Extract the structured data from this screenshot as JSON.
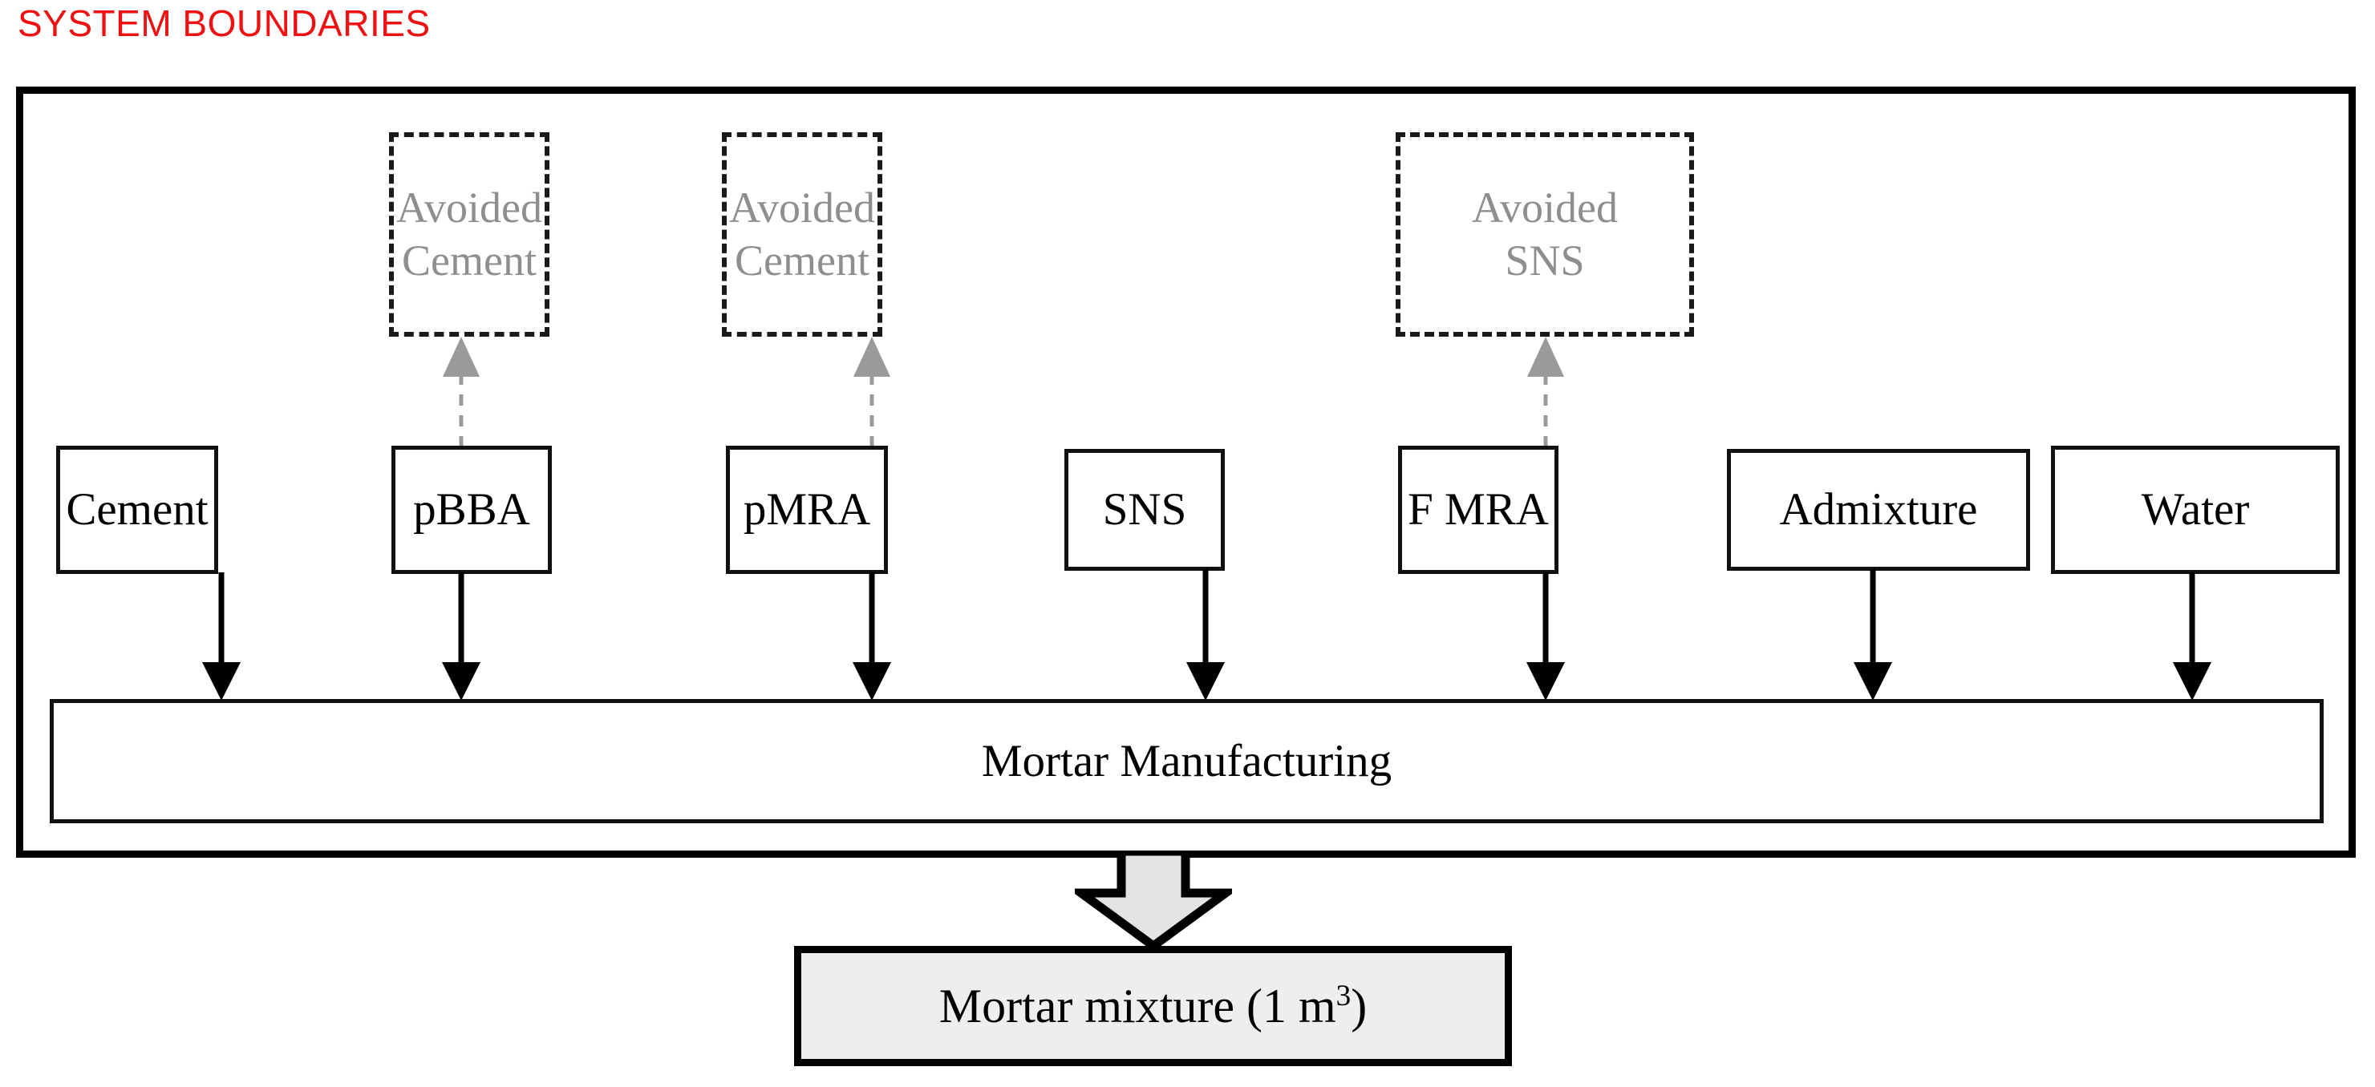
{
  "diagram": {
    "title": "SYSTEM BOUNDARIES",
    "title_color": "#ee1111",
    "boundary_label": "SYSTEM BOUNDARIES",
    "avoided_color": "#8e8e8e",
    "output_fill": "#eeeeee",
    "avoided_products": [
      {
        "id": "avoided-cement-1",
        "line1": "Avoided",
        "line2": "Cement"
      },
      {
        "id": "avoided-cement-2",
        "line1": "Avoided",
        "line2": "Cement"
      },
      {
        "id": "avoided-sns",
        "line1": "Avoided",
        "line2": "SNS"
      }
    ],
    "inputs": [
      {
        "id": "cement",
        "label": "Cement"
      },
      {
        "id": "pbba",
        "label": "pBBA"
      },
      {
        "id": "pmra",
        "label": "pMRA"
      },
      {
        "id": "sns",
        "label": "SNS"
      },
      {
        "id": "fmra",
        "label": "F MRA"
      },
      {
        "id": "admixture",
        "label": "Admixture"
      },
      {
        "id": "water",
        "label": "Water"
      }
    ],
    "process": {
      "id": "mortar-manufacturing",
      "label": "Mortar Manufacturing"
    },
    "output": {
      "id": "mortar-mixture",
      "label_main": "Mortar mixture (1 m",
      "label_sup": "3",
      "label_tail": ")",
      "full_label": "Mortar mixture (1 m3)"
    },
    "credit_flows": [
      {
        "from": "pbba",
        "to": "avoided-cement-1"
      },
      {
        "from": "pmra",
        "to": "avoided-cement-2"
      },
      {
        "from": "fmra",
        "to": "avoided-sns"
      }
    ]
  }
}
